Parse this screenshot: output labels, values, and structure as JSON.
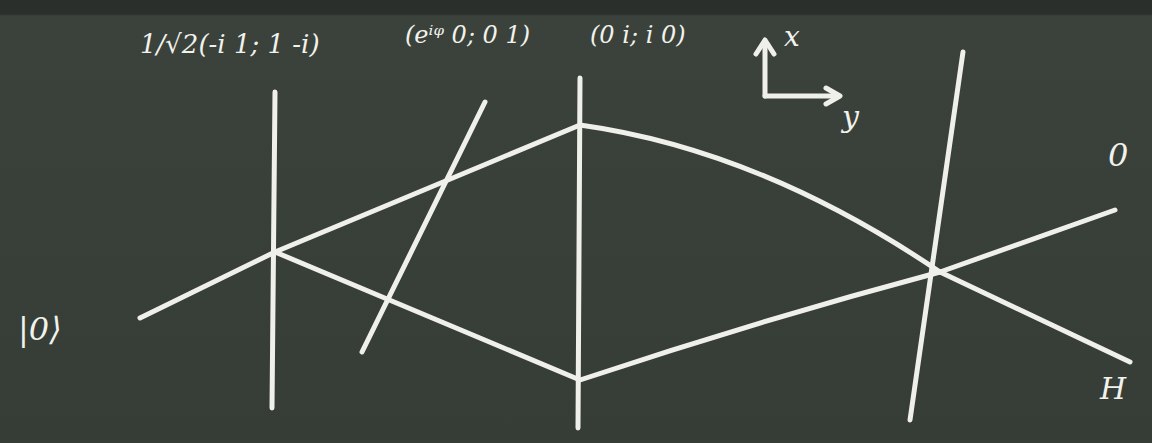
{
  "diagram": {
    "labels": [
      "1/√2(-i 1; 1 -i)",
      "(eⁱᵠ 0; 0 1)",
      "(0 i; i 0)",
      "x",
      "y",
      "0",
      "H",
      "|0⟩"
    ]
  }
}
